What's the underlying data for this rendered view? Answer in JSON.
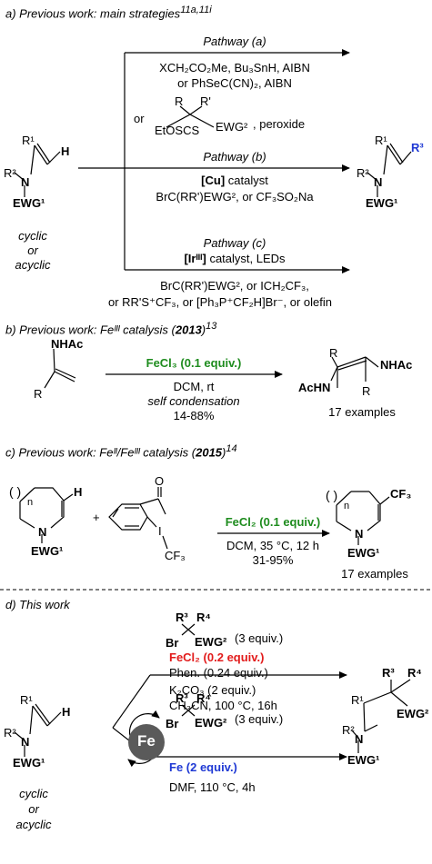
{
  "sectionA": {
    "header": "a) Previous work: main strategies",
    "ref": "11a,11i",
    "pathwayA": {
      "label": "Pathway (a)",
      "line1": "XCH₂CO₂Me, Bu₃SnH, AIBN",
      "line2": "or PhSeC(CN)₂, AIBN",
      "or": "or",
      "r": "R",
      "rp": "R'",
      "leftGroup": "EtOSCS",
      "rightGroup": "EWG²",
      "tail": ", peroxide"
    },
    "pathwayB": {
      "label": "Pathway (b)",
      "catalyst": "[Cu]",
      "catalystSuffix": " catalyst",
      "reagents": "BrC(RR')EWG², or CF₃SO₂Na"
    },
    "pathwayC": {
      "label": "Pathway (c)",
      "catalyst": "[Irᴵᴵᴵ]",
      "catalystSuffix": " catalyst, LEDs",
      "line1": "BrC(RR')EWG², or ICH₂CF₃,",
      "line2": "or RR'S⁺CF₃, or [Ph₃P⁺CF₂H]Br⁻, or olefin"
    },
    "substrate": {
      "r1": "R¹",
      "h": "H",
      "r2": "R²",
      "n": "N",
      "ewg": "EWG¹"
    },
    "product": {
      "r1": "R¹",
      "r3": "R³",
      "r2": "R²",
      "n": "N",
      "ewg": "EWG¹"
    },
    "scope": [
      "cyclic",
      "or",
      "acyclic"
    ]
  },
  "sectionB": {
    "header": "b) Previous work: Feᴵᴵᴵ catalysis (",
    "year": "2013",
    "close": ")",
    "ref": "13",
    "substrate": {
      "nhac": "NHAc",
      "r": "R"
    },
    "catalyst": "FeCl₃ (0.1 equiv.)",
    "conditions": [
      "DCM, rt",
      "self condensation",
      "14-88%"
    ],
    "product": {
      "r1": "R",
      "nhac": "NHAc",
      "achn": "AcHN",
      "r2": "R"
    },
    "examples": "17 examples"
  },
  "sectionC": {
    "header": "c) Previous work: Feᴵᴵ/Feᴵᴵᴵ catalysis (",
    "year": "2015",
    "close": ")",
    "ref": "14",
    "substrate": {
      "n": "n",
      "h": "H",
      "nAtom": "N",
      "ewg": "EWG¹"
    },
    "plus": "+",
    "reagent": {
      "o": "O",
      "i": "I",
      "cf3": "CF₃"
    },
    "catalyst": "FeCl₂ (0.1 equiv.)",
    "conditions": [
      "DCM, 35 °C, 12 h",
      "31-95%"
    ],
    "product": {
      "n": "n",
      "cf3": "CF₃",
      "nAtom": "N",
      "ewg": "EWG¹"
    },
    "examples": "17 examples"
  },
  "sectionD": {
    "header": "d) This work",
    "reagent1": {
      "r3": "R³",
      "r4": "R⁴",
      "br": "Br",
      "ewg": "EWG²",
      "equiv": "(3 equiv.)"
    },
    "catalyst1": "FeCl₂ (0.2 equiv.)",
    "ligand": "Phen. (0.24 equiv.)",
    "base": "K₂CO₃ (2 equiv.)",
    "solvent1": "CH₃CN, 100 °C, 16h",
    "reagent2": {
      "r3": "R³",
      "r4": "R⁴",
      "br": "Br",
      "ewg": "EWG²",
      "equiv": "(3 equiv.)"
    },
    "catalyst2": "Fe (2 equiv.)",
    "solvent2": "DMF, 110 °C, 4h",
    "feLabel": "Fe",
    "substrate": {
      "r1": "R¹",
      "h": "H",
      "r2": "R²",
      "n": "N",
      "ewg": "EWG¹"
    },
    "product": {
      "r1": "R¹",
      "r3": "R³",
      "r4": "R⁴",
      "ewg2": "EWG²",
      "r2": "R²",
      "n": "N",
      "ewg": "EWG¹"
    },
    "scope": [
      "cyclic",
      "or",
      "acyclic"
    ]
  }
}
